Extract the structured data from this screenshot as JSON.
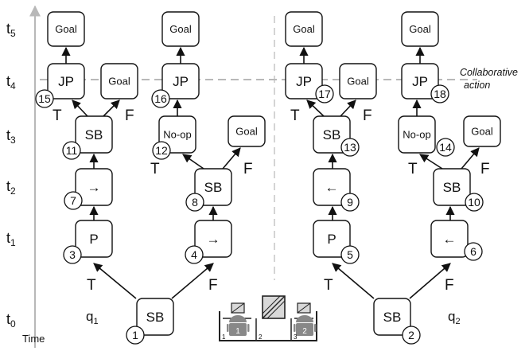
{
  "time": {
    "axis_label": "Time",
    "ticks": [
      {
        "base": "t",
        "sub": "0"
      },
      {
        "base": "t",
        "sub": "1"
      },
      {
        "base": "t",
        "sub": "2"
      },
      {
        "base": "t",
        "sub": "3"
      },
      {
        "base": "t",
        "sub": "4"
      },
      {
        "base": "t",
        "sub": "5"
      }
    ]
  },
  "collaborative_action_label": [
    "Collaborative",
    "action"
  ],
  "agents": [
    {
      "base": "q",
      "sub": "1"
    },
    {
      "base": "q",
      "sub": "2"
    }
  ],
  "node_labels": {
    "goal": "Goal",
    "jp": "JP",
    "sb": "SB",
    "noop": "No-op",
    "p": "P",
    "right": "→",
    "left": "←"
  },
  "numbers": [
    "1",
    "2",
    "3",
    "4",
    "5",
    "6",
    "7",
    "8",
    "9",
    "10",
    "11",
    "12",
    "13",
    "14",
    "15",
    "16",
    "17",
    "18"
  ],
  "branch": {
    "true": "T",
    "false": "F"
  },
  "scene": {
    "cell_numbers": [
      "1",
      "2",
      "3"
    ],
    "robot_numbers": [
      "1",
      "2"
    ]
  }
}
